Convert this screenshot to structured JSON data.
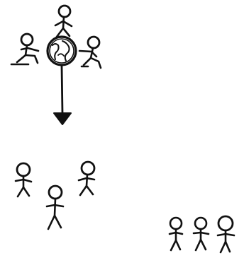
{
  "scene": {
    "ink_color": "#111111",
    "background_color": "#ffffff",
    "globe_group": {
      "figures": [
        "stick-figure-top",
        "stick-figure-left-sitting",
        "stick-figure-right-crouching"
      ],
      "icon": "globe-icon"
    },
    "arrow": {
      "icon": "arrow-down-icon"
    },
    "ground_group_left": {
      "figures": [
        "stick-figure-1",
        "stick-figure-2",
        "stick-figure-3"
      ]
    },
    "ground_group_right": {
      "figures": [
        "stick-figure-1",
        "stick-figure-2",
        "stick-figure-3"
      ]
    }
  }
}
